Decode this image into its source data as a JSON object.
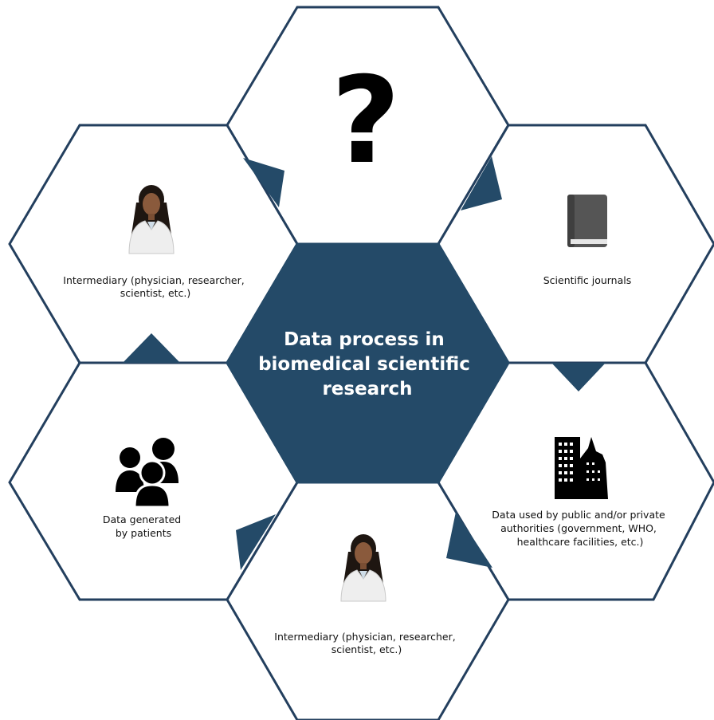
{
  "center": {
    "title_lines": [
      "Data process in",
      "biomedical scientific",
      "research"
    ]
  },
  "top": {
    "symbol": "?"
  },
  "upper_right": {
    "icon": "book-icon",
    "label_lines": [
      "Scientific journals"
    ]
  },
  "lower_right": {
    "icon": "building-icon",
    "label_lines": [
      "Data used by public and/or private",
      "authorities (government, WHO,",
      "healthcare facilities, etc.)"
    ]
  },
  "bottom": {
    "icon": "person-icon",
    "label_lines": [
      "Intermediary (physician, researcher,",
      "scientist, etc.)"
    ]
  },
  "lower_left": {
    "icon": "people-group-icon",
    "label_lines": [
      "Data generated",
      "by patients"
    ]
  },
  "upper_left": {
    "icon": "person-icon",
    "label_lines": [
      "Intermediary (physician, researcher,",
      "scientist, etc.)"
    ]
  },
  "colors": {
    "primary": "#244a68",
    "outline": "#233f5e",
    "background": "#ffffff"
  }
}
